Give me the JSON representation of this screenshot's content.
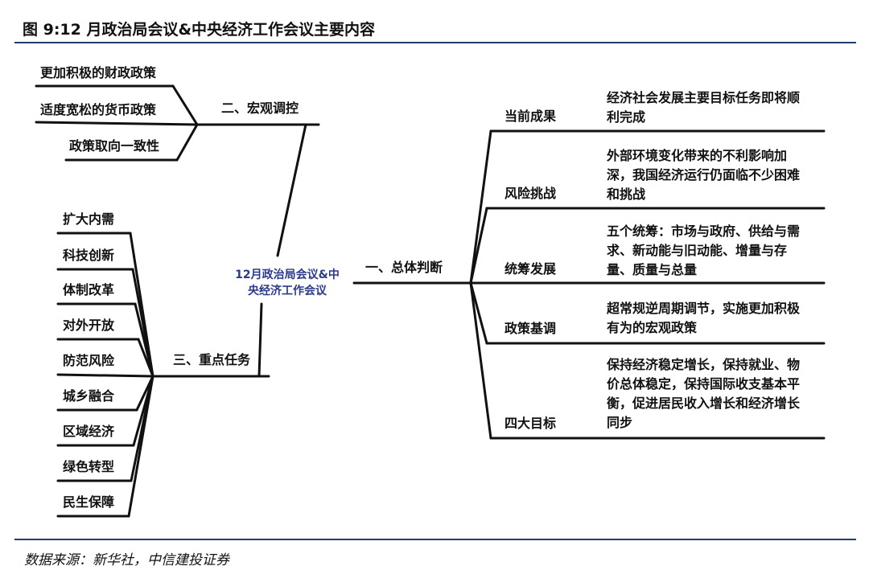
{
  "title": "图 9:12 月政治局会议&中央经济工作会议主要内容",
  "source": "数据来源：新华社，中信建投证券",
  "center": {
    "line1": "12月政治局会议&中",
    "line2": "央经济工作会议"
  },
  "macro": {
    "label": "二、宏观调控",
    "items": [
      "更加积极的财政政策",
      "适度宽松的货币政策",
      "政策取向一致性"
    ]
  },
  "tasks": {
    "label": "三、重点任务",
    "items": [
      "扩大内需",
      "科技创新",
      "体制改革",
      "对外开放",
      "防范风险",
      "城乡融合",
      "区域经济",
      "绿色转型",
      "民生保障"
    ]
  },
  "judgment": {
    "label": "一、总体判断",
    "items": [
      {
        "label": "当前成果",
        "desc": "经济社会发展主要目标任务即将顺\n利完成"
      },
      {
        "label": "风险挑战",
        "desc": "外部环境变化带来的不利影响加\n深，我国经济运行仍面临不少困难\n和挑战"
      },
      {
        "label": "统筹发展",
        "desc": "五个统筹：市场与政府、供给与需\n求、新动能与旧动能、增量与存\n量、质量与总量"
      },
      {
        "label": "政策基调",
        "desc": "超常规逆周期调节，实施更加积极\n有为的宏观政策"
      },
      {
        "label": "四大目标",
        "desc": "保持经济稳定增长，保持就业、物\n价总体稳定，保持国际收支基本平\n衡，促进居民收入增长和经济增长\n同步"
      }
    ]
  }
}
